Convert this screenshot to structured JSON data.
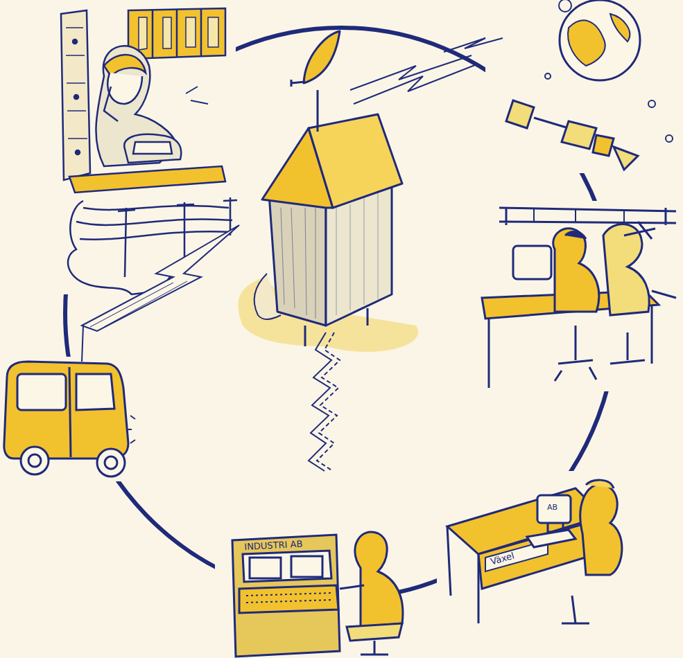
{
  "diagram": {
    "labels": [
      "INDUSTRI AB",
      "Växel",
      "AB"
    ]
  }
}
